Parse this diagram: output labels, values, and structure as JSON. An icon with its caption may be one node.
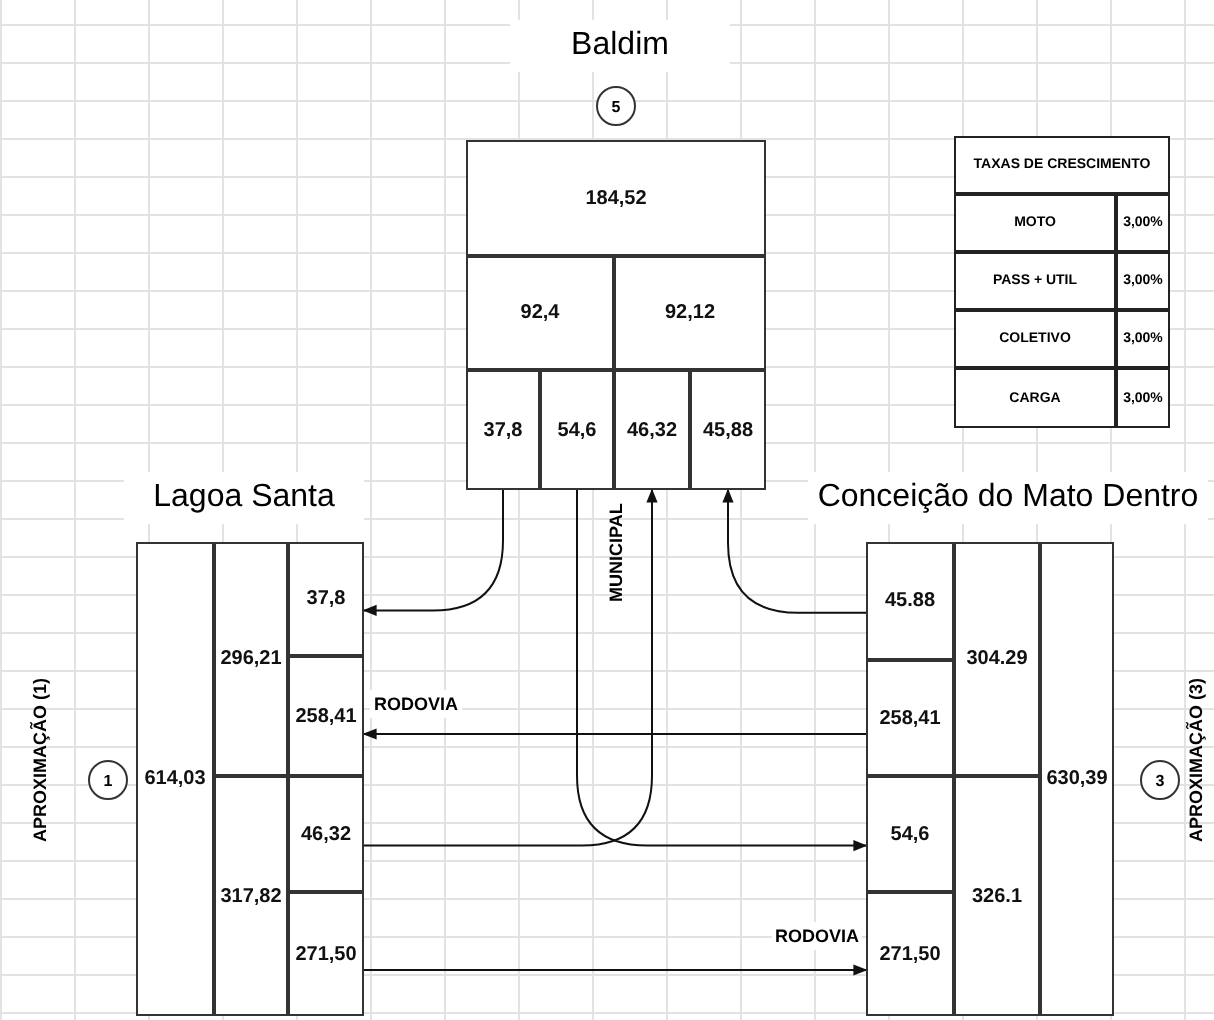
{
  "diagram": {
    "nodes": [
      {
        "text": [
          "5"
        ],
        "beside": [
          "Baldim"
        ]
      },
      {
        "text": [
          "184,52"
        ]
      },
      {
        "text": [
          "92,4"
        ]
      },
      {
        "text": [
          "92,12"
        ]
      },
      {
        "text": [
          "37,8"
        ]
      },
      {
        "text": [
          "54,6"
        ]
      },
      {
        "text": [
          "46,32"
        ]
      },
      {
        "text": [
          "45,88"
        ]
      },
      {
        "text": [
          "1"
        ],
        "beside": [
          "APROXIMAÇÃO (1)"
        ]
      },
      {
        "text": [
          "614,03"
        ]
      },
      {
        "text": [
          "296,21"
        ]
      },
      {
        "text": [
          "317,82"
        ]
      },
      {
        "text": [
          "37,8"
        ]
      },
      {
        "text": [
          "258,41"
        ]
      },
      {
        "text": [
          "46,32"
        ]
      },
      {
        "text": [
          "271,50"
        ]
      },
      {
        "text": [
          "3"
        ],
        "beside": [
          "APROXIMAÇÃO (3)"
        ]
      },
      {
        "text": [
          "45.88"
        ]
      },
      {
        "text": [
          "258,41"
        ]
      },
      {
        "text": [
          "54,6"
        ]
      },
      {
        "text": [
          "271,50"
        ]
      },
      {
        "text": [
          "304.29"
        ]
      },
      {
        "text": [
          "326.1"
        ]
      },
      {
        "text": [
          "630,39"
        ]
      }
    ],
    "edges": [
      {
        "from": 4,
        "to": 12,
        "arrow": "to"
      },
      {
        "from": 5,
        "to": 19,
        "arrow": "to"
      },
      {
        "from": 14,
        "to": 6,
        "arrow": "to"
      },
      {
        "from": 17,
        "to": 7,
        "arrow": "to"
      },
      {
        "from": 18,
        "to": 13,
        "arrow": "to"
      },
      {
        "from": 15,
        "to": 20,
        "arrow": "to"
      }
    ],
    "labels": [
      "TAXAS DE CRESCIMENTO",
      "MOTO",
      "3,00%",
      "PASS + UTIL",
      "3,00%",
      "COLETIVO",
      "3,00%",
      "CARGA",
      "3,00%",
      "Lagoa Santa",
      "Conceição do Mato Dentro",
      "MUNICIPAL",
      "RODOVIA",
      "RODOVIA"
    ]
  }
}
